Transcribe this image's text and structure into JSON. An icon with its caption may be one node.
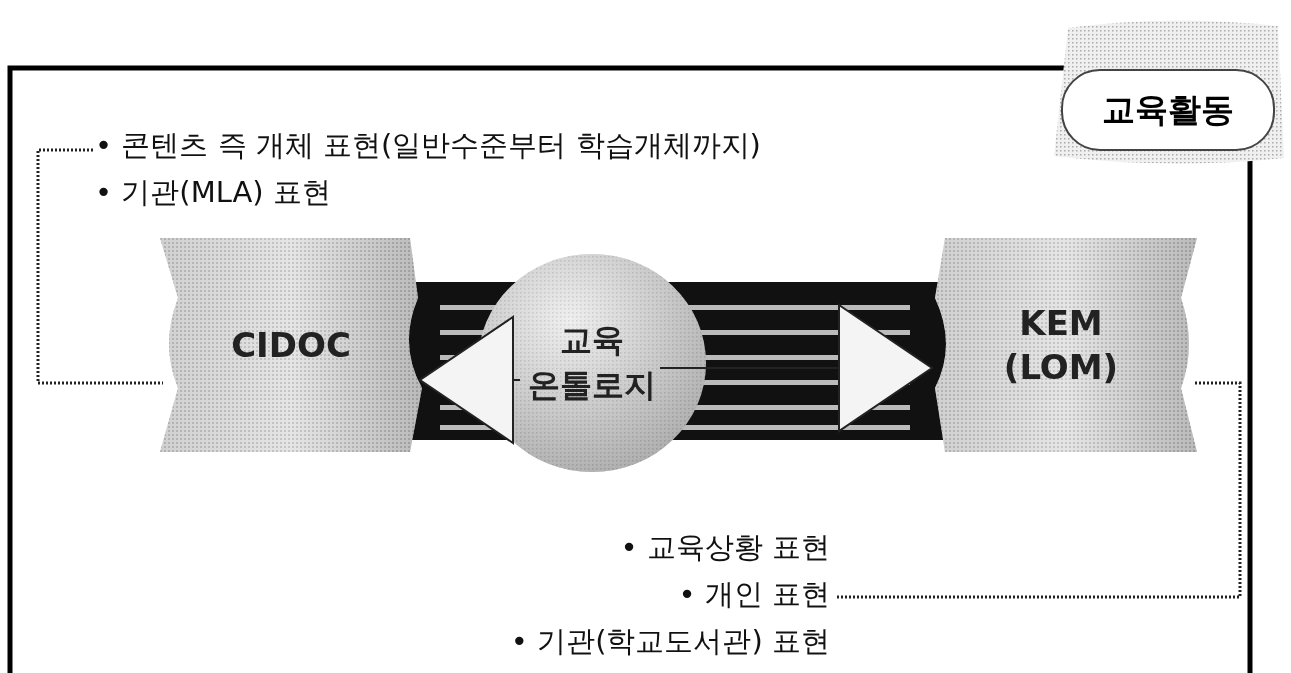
{
  "diagram": {
    "nodes": [
      {
        "text": [
          "교육활동"
        ]
      },
      {
        "text": [
          "• 콘텐츠 즉 개체 표현(일반수준부터 학습개체까지)",
          "• 기관(MLA) 표현"
        ]
      },
      {
        "text": [
          "CIDOC"
        ]
      },
      {
        "text": [
          "교육 온톨로지"
        ]
      },
      {
        "text": [
          "KEM (LOM)"
        ]
      },
      {
        "text": [
          "• 교육상황 표현",
          "• 개인 표현",
          "• 기관(학교도서관) 표현"
        ]
      }
    ],
    "edges": [
      {
        "from": 1,
        "to": 2,
        "arrow": "none",
        "style": "dashed"
      },
      {
        "from": 3,
        "to": 2,
        "arrow": "to"
      },
      {
        "from": 3,
        "to": 4,
        "arrow": "to"
      },
      {
        "from": 4,
        "to": 5,
        "arrow": "none",
        "style": "dashed"
      }
    ]
  }
}
